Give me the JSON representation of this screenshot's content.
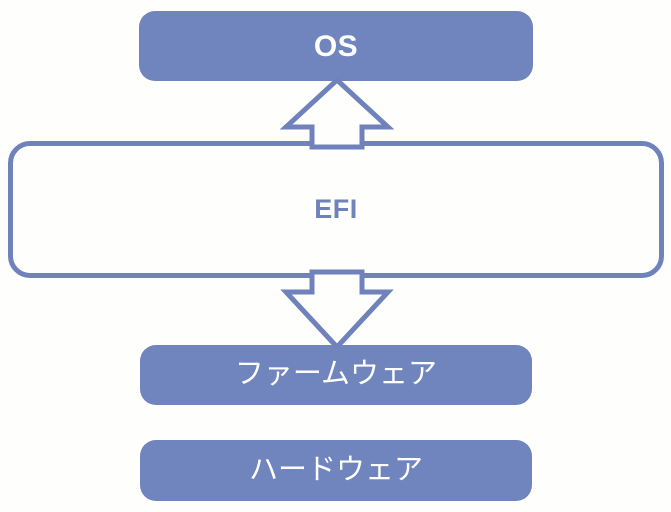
{
  "diagram": {
    "title": "EFI layer diagram",
    "background_color": "#fefefc",
    "accent_color": "#7085be",
    "outline_color": "#6f82bc",
    "text_on_fill_color": "#ffffff",
    "nodes": [
      {
        "id": "os",
        "label": "OS",
        "style": "filled"
      },
      {
        "id": "efi",
        "label": "EFI",
        "style": "outline"
      },
      {
        "id": "firmware",
        "label": "ファームウェア",
        "style": "filled"
      },
      {
        "id": "hardware",
        "label": "ハードウェア",
        "style": "filled"
      }
    ],
    "arrows": [
      {
        "id": "efi-to-os",
        "direction": "up",
        "from": "efi",
        "to": "os",
        "fill": "#fefefc",
        "stroke": "#6f82bc"
      },
      {
        "id": "efi-to-firmware",
        "direction": "down",
        "from": "efi",
        "to": "firmware",
        "fill": "#fefefc",
        "stroke": "#6f82bc"
      }
    ]
  }
}
